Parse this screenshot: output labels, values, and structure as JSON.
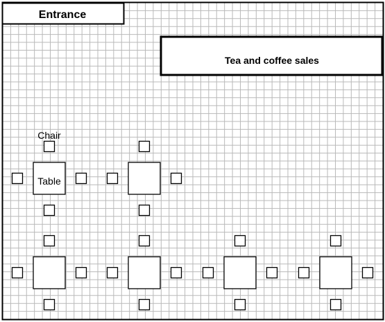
{
  "labels": {
    "entrance": "Entrance",
    "sales": "Tea and coffee sales",
    "chair": "Chair",
    "table": "Table"
  },
  "grid": {
    "columns": 48,
    "rows": 40
  },
  "seating": {
    "table_count": 6,
    "chairs_per_table": 4
  },
  "colors": {
    "grid_line": "#b9b9b9",
    "outline": "#000000",
    "background": "#ffffff"
  }
}
